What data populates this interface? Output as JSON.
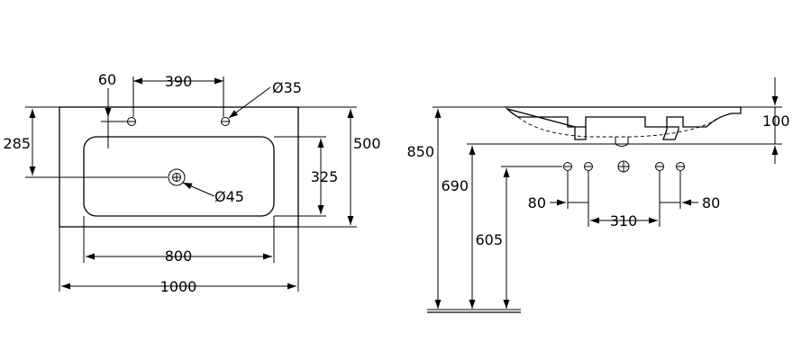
{
  "top_view": {
    "dim_60": "60",
    "dim_390": "390",
    "dim_dia35": "Ø35",
    "dim_285": "285",
    "dim_500": "500",
    "dim_325": "325",
    "dim_dia45": "Ø45",
    "dim_800": "800",
    "dim_1000": "1000"
  },
  "side_view": {
    "dim_850": "850",
    "dim_690": "690",
    "dim_605": "605",
    "dim_100": "100",
    "dim_80_left": "80",
    "dim_310": "310",
    "dim_80_right": "80"
  }
}
